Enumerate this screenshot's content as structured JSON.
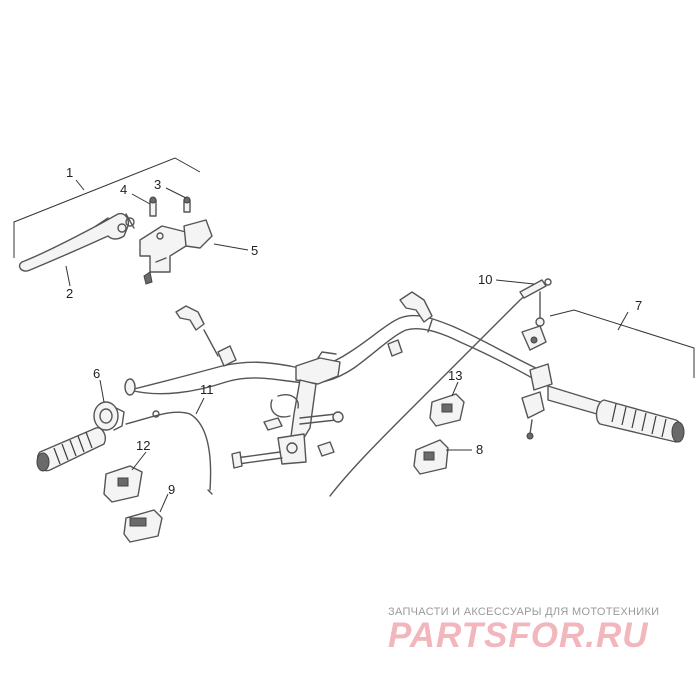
{
  "callouts": [
    "1",
    "2",
    "3",
    "4",
    "5",
    "6",
    "7",
    "8",
    "9",
    "10",
    "11",
    "12",
    "13"
  ],
  "watermark": {
    "tagline": "ЗАПЧАСТИ И АКСЕССУАРЫ ДЛЯ МОТОТЕХНИКИ",
    "logo": "PARTSFOR.RU"
  }
}
